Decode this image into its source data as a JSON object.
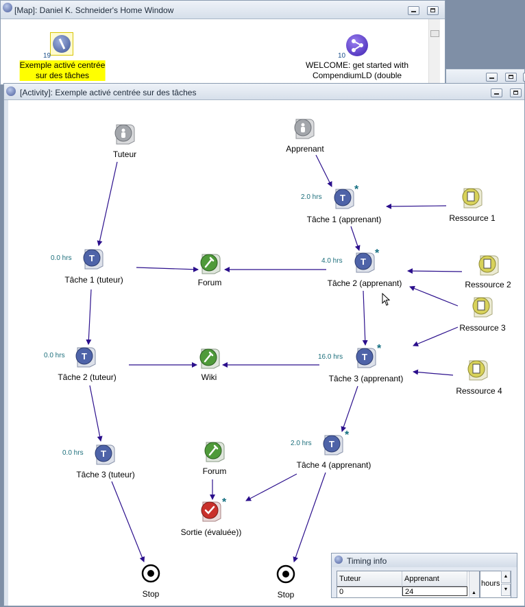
{
  "map_window": {
    "title": "[Map]:   Daniel K. Schneider's Home Window",
    "node1": {
      "count": "19",
      "label_line1": "Exemple activé centrée",
      "label_line2": "sur des tâches",
      "icon": "activity-map-icon"
    },
    "node2": {
      "count": "10",
      "label_line1": "WELCOME: get started with",
      "label_line2": "CompendiumLD (double",
      "icon": "welcome-map-icon"
    }
  },
  "activity_window": {
    "title": "[Activity]: Exemple activé centrée sur des tâches",
    "nodes": {
      "tuteur": {
        "label": "Tuteur",
        "icon": "role-icon"
      },
      "apprenant": {
        "label": "Apprenant",
        "icon": "role-icon"
      },
      "tache1_app": {
        "label": "Tâche 1 (apprenant)",
        "hours": "2.0 hrs",
        "star": "*",
        "icon": "task-icon"
      },
      "ressource1": {
        "label": "Ressource 1",
        "icon": "resource-icon"
      },
      "tache1_tut": {
        "label": "Tâche 1 (tuteur)",
        "hours": "0.0 hrs",
        "icon": "task-icon"
      },
      "forum1": {
        "label": "Forum",
        "icon": "tool-icon"
      },
      "tache2_app": {
        "label": "Tâche 2 (apprenant)",
        "hours": "4.0 hrs",
        "star": "*",
        "icon": "task-icon"
      },
      "ressource2": {
        "label": "Ressource 2",
        "icon": "resource-icon"
      },
      "ressource3": {
        "label": "Ressource 3",
        "icon": "resource-icon"
      },
      "tache2_tut": {
        "label": "Tâche 2 (tuteur)",
        "hours": "0.0 hrs",
        "icon": "task-icon"
      },
      "wiki": {
        "label": "Wiki",
        "icon": "tool-icon"
      },
      "tache3_app": {
        "label": "Tâche 3 (apprenant)",
        "hours": "16.0 hrs",
        "star": "*",
        "icon": "task-icon"
      },
      "ressource4": {
        "label": "Ressource 4",
        "icon": "resource-icon"
      },
      "tache3_tut": {
        "label": "Tâche 3 (tuteur)",
        "hours": "0.0 hrs",
        "icon": "task-icon"
      },
      "forum2": {
        "label": "Forum",
        "icon": "tool-icon"
      },
      "tache4_app": {
        "label": "Tâche 4  (apprenant)",
        "hours": "2.0 hrs",
        "star": "*",
        "icon": "task-icon"
      },
      "sortie": {
        "label": "Sortie  (évaluée))",
        "star": "*",
        "icon": "assessment-icon"
      },
      "stop1": {
        "label": "Stop",
        "icon": "stop-icon"
      },
      "stop2": {
        "label": "Stop",
        "icon": "stop-icon"
      }
    }
  },
  "timing_info": {
    "title": "Timing info",
    "columns": [
      "Tuteur",
      "Apprenant"
    ],
    "values": [
      "0",
      "24"
    ],
    "unit": "hours"
  },
  "colors": {
    "link": "#2b0f8c",
    "task_node": "#4e63a8",
    "tool_node": "#4f9a3a",
    "resource_node": "#d8d25a",
    "assessment_node": "#c9302b",
    "role_node": "#9a9da3",
    "highlight": "#ffff00"
  }
}
